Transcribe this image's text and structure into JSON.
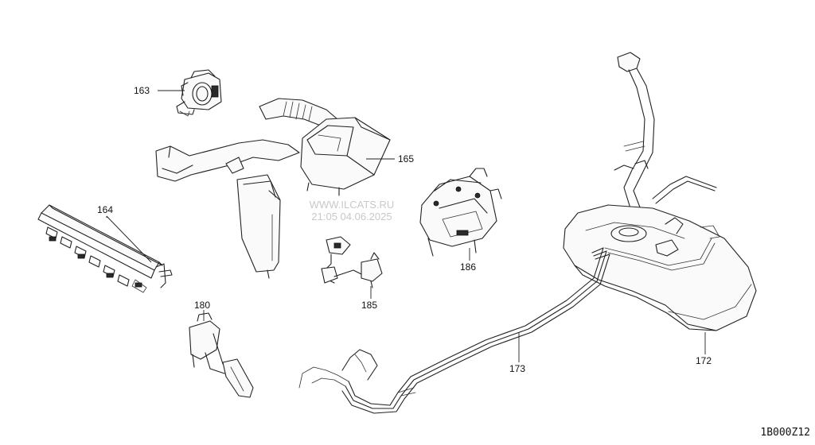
{
  "parts": [
    {
      "id": "p163",
      "label": "163",
      "name": "throttle-body"
    },
    {
      "id": "p164",
      "label": "164",
      "name": "fuel-rail-injectors"
    },
    {
      "id": "p165",
      "label": "165",
      "name": "air-intake-assembly"
    },
    {
      "id": "p172",
      "label": "172",
      "name": "fuel-tank"
    },
    {
      "id": "p173",
      "label": "173",
      "name": "fuel-lines"
    },
    {
      "id": "p180",
      "label": "180",
      "name": "accelerator-pedal"
    },
    {
      "id": "p185",
      "label": "185",
      "name": "fuel-fittings"
    },
    {
      "id": "p186",
      "label": "186",
      "name": "injection-pump"
    }
  ],
  "watermark": {
    "line1": "WWW.ILCATS.RU",
    "line2": "21:05 04.06.2025"
  },
  "ref_code": "1B000Z12"
}
